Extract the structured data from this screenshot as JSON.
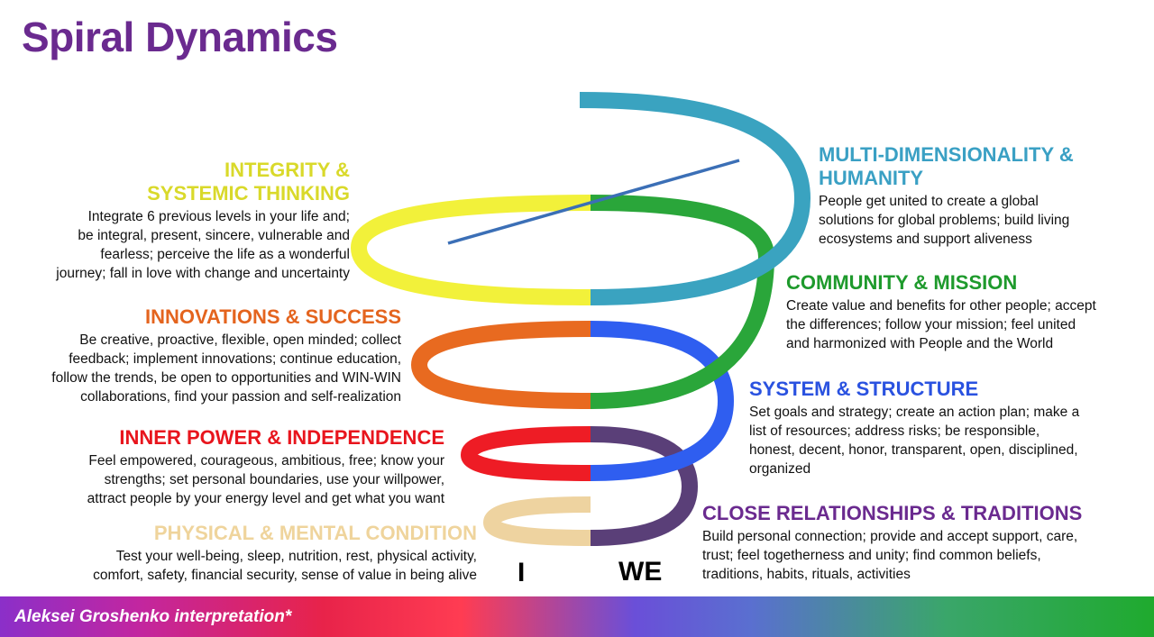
{
  "title": "Spiral Dynamics",
  "footer": "Aleksei Groshenko interpretation*",
  "i_label": "I",
  "we_label": "WE",
  "colors": {
    "title": "#6a2a8f",
    "turquoise": "#3aa3c0",
    "yellow": "#f2f13a",
    "green": "#2aa63a",
    "orange": "#e86a20",
    "blue": "#2f5ef0",
    "red": "#ee1c25",
    "purple": "#5a3f78",
    "beige": "#eed3a0"
  },
  "left_levels": [
    {
      "title_lines": [
        "INTEGRITY &",
        "SYSTEMIC THINKING"
      ],
      "color": "#d9d92a",
      "desc_lines": [
        "Integrate 6 previous levels in your life and;",
        "be integral, present, sincere, vulnerable and",
        "fearless; perceive the life as a wonderful",
        "journey; fall in love with change and uncertainty"
      ]
    },
    {
      "title_lines": [
        "INNOVATIONS & SUCCESS"
      ],
      "color": "#e4641e",
      "desc_lines": [
        "Be creative, proactive, flexible, open minded; collect",
        "feedback; implement innovations; continue education,",
        "follow the trends, be open to opportunities and WIN-WIN",
        "collaborations, find your passion and self-realization"
      ]
    },
    {
      "title_lines": [
        "INNER POWER & INDEPENDENCE"
      ],
      "color": "#e8151d",
      "desc_lines": [
        "Feel empowered, courageous, ambitious, free; know your",
        "strengths; set personal boundaries, use your willpower,",
        "attract people by your energy level and get what you want"
      ]
    },
    {
      "title_lines": [
        "PHYSICAL & MENTAL CONDITION"
      ],
      "color": "#efd49c",
      "desc_lines": [
        "Test your well-being, sleep, nutrition, rest, physical activity,",
        "comfort, safety, financial security, sense of value in being alive"
      ]
    }
  ],
  "right_levels": [
    {
      "title_lines": [
        "MULTI-DIMENSIONALITY &",
        "HUMANITY"
      ],
      "color": "#3aa0c4",
      "desc_lines": [
        "People get united to create a global",
        "solutions for global problems; build living",
        "ecosystems and support aliveness"
      ]
    },
    {
      "title_lines": [
        "COMMUNITY & MISSION"
      ],
      "color": "#1e9a2c",
      "desc_lines": [
        "Create value and benefits for other people; accept",
        "the differences; follow your mission; feel united",
        "and harmonized with People and the World"
      ]
    },
    {
      "title_lines": [
        "SYSTEM & STRUCTURE"
      ],
      "color": "#2a52e0",
      "desc_lines": [
        "Set goals and strategy; create an action plan; make a",
        "list of resources; address risks; be responsible,",
        "honest, decent, honor, transparent, open, disciplined,",
        "organized"
      ]
    },
    {
      "title_lines": [
        "CLOSE RELATIONSHIPS & TRADITIONS"
      ],
      "color": "#6a2a8f",
      "desc_lines": [
        "Build personal connection; provide and accept support, care,",
        "trust; feel togetherness and unity; find common beliefs,",
        "traditions, habits, rituals, activities"
      ]
    }
  ]
}
